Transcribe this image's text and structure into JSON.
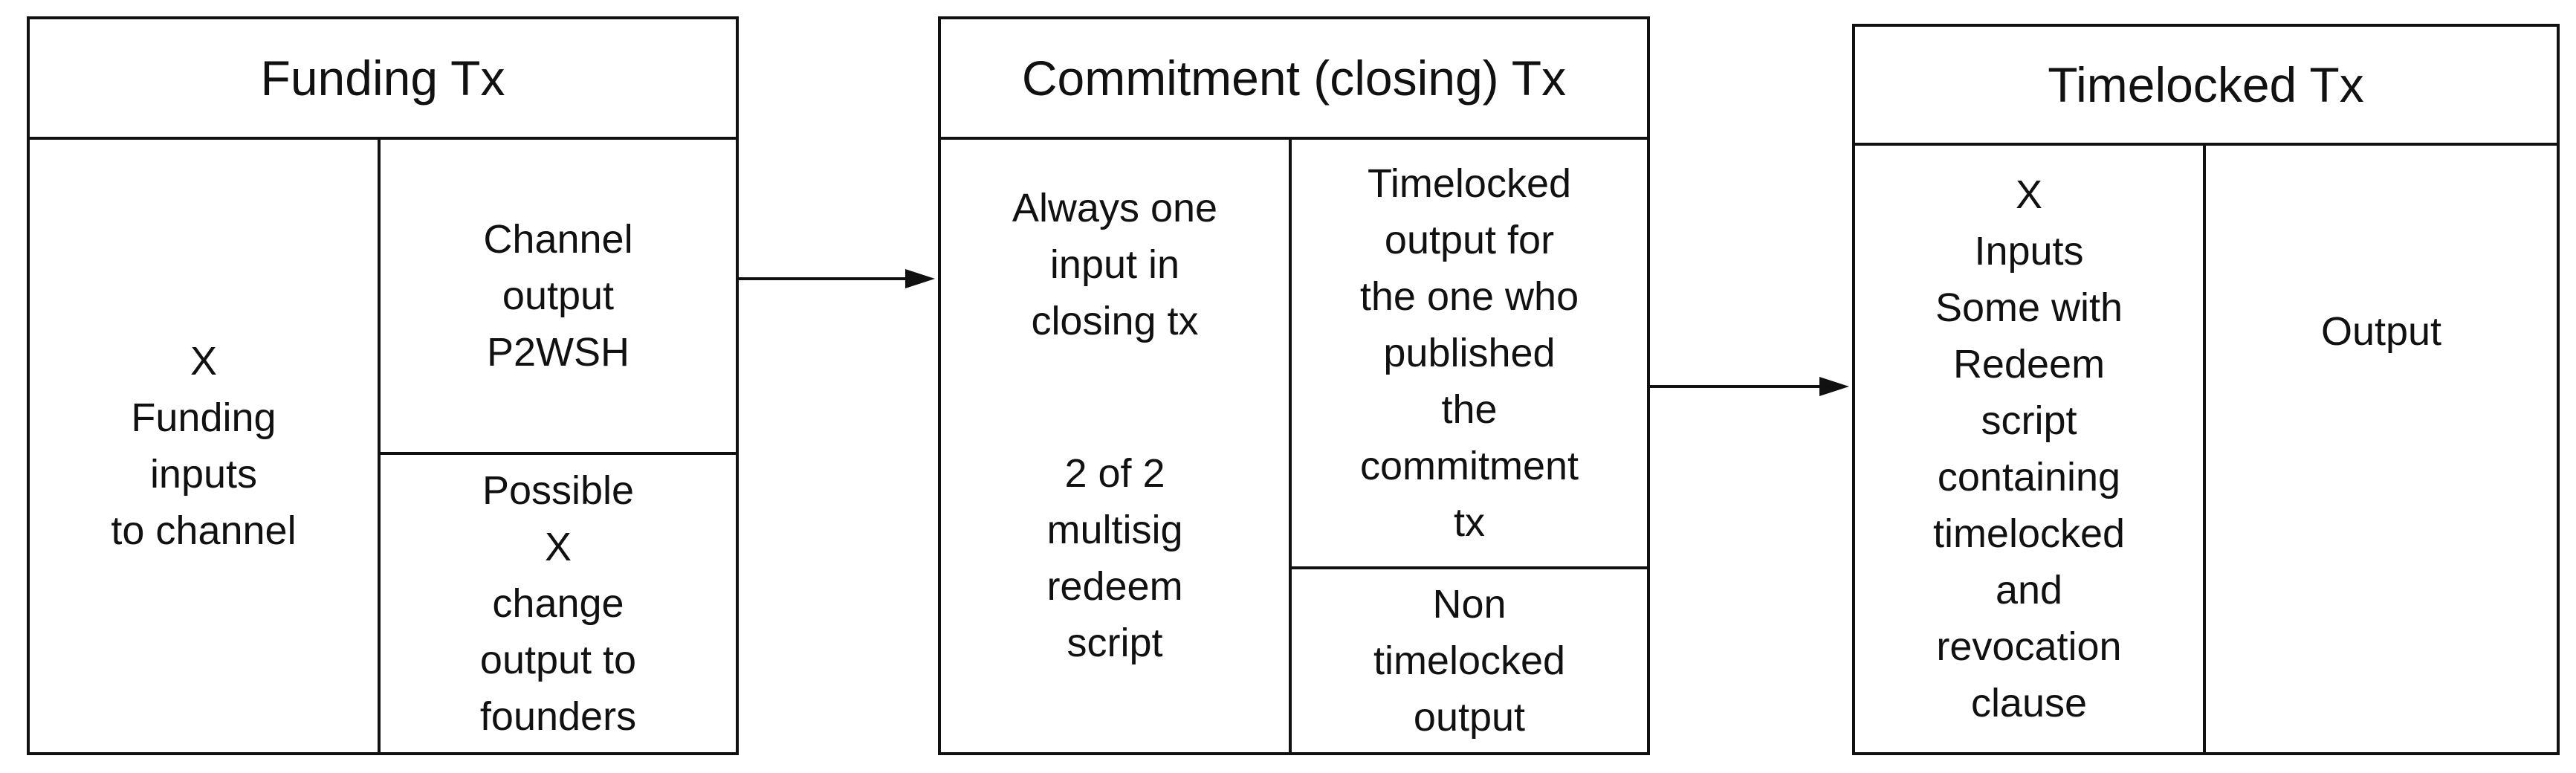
{
  "funding_tx": {
    "title": "Funding Tx",
    "inputs": "X\nFunding\ninputs\nto channel",
    "channel_output": "Channel\noutput\nP2WSH",
    "change_output": "Possible\nX\nchange\noutput to\nfounders"
  },
  "commitment_tx": {
    "title": "Commitment (closing) Tx",
    "input_note": "Always one\ninput in\nclosing tx",
    "redeem_note": "2 of 2\nmultisig\nredeem\nscript",
    "timelocked_output": "Timelocked\noutput for\nthe one who\npublished\nthe\ncommitment\ntx",
    "non_timelocked_output": "Non\ntimelocked\noutput"
  },
  "timelocked_tx": {
    "title": "Timelocked Tx",
    "inputs": "X\nInputs\nSome with\nRedeem\nscript\ncontaining\ntimelocked\nand\nrevocation\nclause",
    "output": "Output"
  }
}
